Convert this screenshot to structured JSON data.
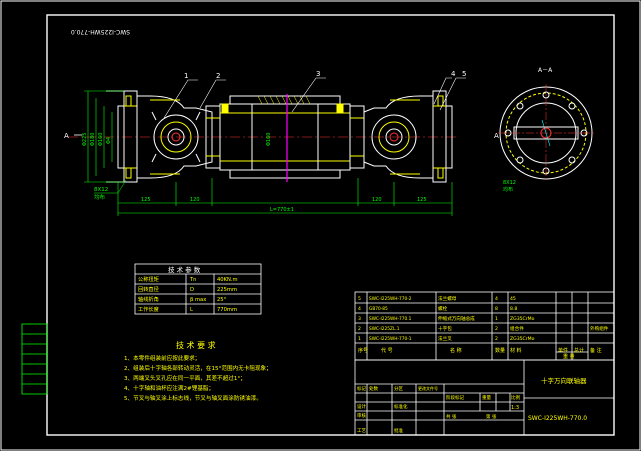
{
  "drawing": {
    "stamp_code": "SWC-I225WH-770.0",
    "section_label": "A－A",
    "part_numbers": [
      "1",
      "2",
      "3",
      "4",
      "5"
    ],
    "section_mark": "A",
    "dimensions": {
      "d225": "Φ225",
      "d160": "Φ160",
      "d180": "Φ180",
      "d4": "Φ4",
      "h8x": "8X12",
      "seg_125a": "125",
      "seg_120": "120",
      "seg_120b": "120",
      "seg_125b": "125",
      "overall": "L=770±1",
      "note_left": "8X12",
      "note_left2": "均布",
      "note_right": "均布"
    }
  },
  "params_table": {
    "title": "技 术 参 数",
    "rows": [
      [
        "公称扭矩",
        "Tn",
        "40KN.m"
      ],
      [
        "回转直径",
        "D",
        "225mm"
      ],
      [
        "轴线折角",
        "β max",
        "25°"
      ],
      [
        "工作长度",
        "L",
        "770mm"
      ]
    ]
  },
  "tech_requirements": {
    "title": "技 术 要 求",
    "items": [
      "1、本零件组装前应按此要求；",
      "2、组装后十字轴各部转动灵活，在15°范围内无卡阻现象；",
      "3、两端叉头叉孔应在同一平面，其差不超过1°；",
      "4、十字轴和油杯应注满2#锂基脂；",
      "5、节叉与轴叉涂上标志线，节叉与轴叉面涂防锈油漆。"
    ]
  },
  "bom": {
    "rows": [
      [
        "5",
        "SWC-I225WH-770-2",
        "法兰螺母",
        "4",
        "45",
        "",
        "",
        ""
      ],
      [
        "4",
        "GB70-85",
        "螺栓",
        "8",
        "8.8",
        "",
        "",
        ""
      ],
      [
        "3",
        "SWC-I225WH-770.1",
        "伸缩式万向轴总成",
        "1",
        "ZG35CrMo",
        "",
        "",
        ""
      ],
      [
        "2",
        "SWC-I225ZL.1",
        "十字包",
        "2",
        "组合件",
        "",
        "",
        "外购组件"
      ],
      [
        "1",
        "SWC-I225WH-770-1",
        "法兰叉",
        "2",
        "ZG35CrMo",
        "",
        "",
        ""
      ]
    ],
    "header": [
      "序号",
      "代 号",
      "名 称",
      "数量",
      "材 料",
      "单件",
      "总计",
      "备 注"
    ],
    "header_sub": "重 量"
  },
  "title_block": {
    "product_name": "十字万向联轴器",
    "drawing_no": "SWC-I225WH-770.0",
    "scale": "1:3",
    "rows": [
      "标记",
      "设计",
      "审核",
      "工艺"
    ],
    "sig": [
      "处数",
      "分区",
      "更改文件号",
      "签名",
      "日期"
    ],
    "stage": "阶段标记",
    "weight": "重量",
    "ratio": "比例",
    "sheet": "共  张",
    "sheet2": "第  张",
    "approve": "批准",
    "standard": "标准化"
  },
  "colors": {
    "line": "#ffffff",
    "yellow": "#ffff00",
    "green": "#00ff00",
    "cyan": "#00ffff",
    "magenta": "#ff00ff",
    "red": "#ff3030"
  }
}
